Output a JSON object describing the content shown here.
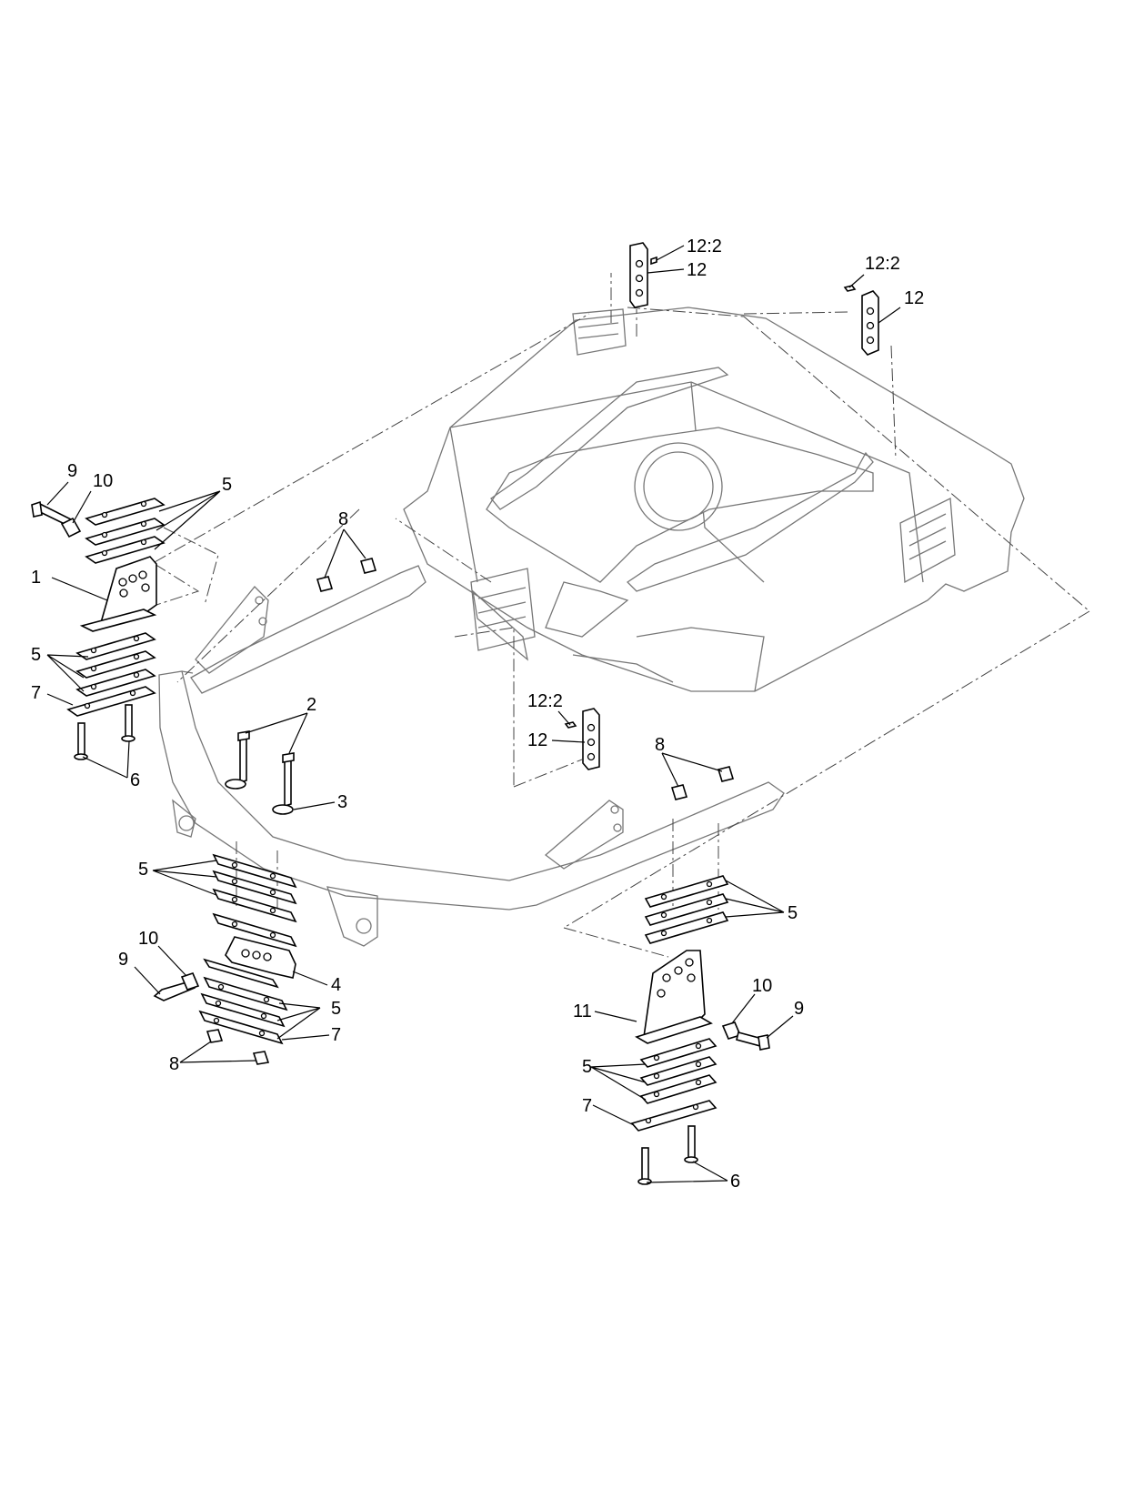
{
  "diagram": {
    "callouts": {
      "c1": "1",
      "c2": "2",
      "c3": "3",
      "c4": "4",
      "c5": "5",
      "c6": "6",
      "c7": "7",
      "c8": "8",
      "c9": "9",
      "c10": "10",
      "c11": "11",
      "c12": "12",
      "c12_2": "12:2"
    }
  }
}
